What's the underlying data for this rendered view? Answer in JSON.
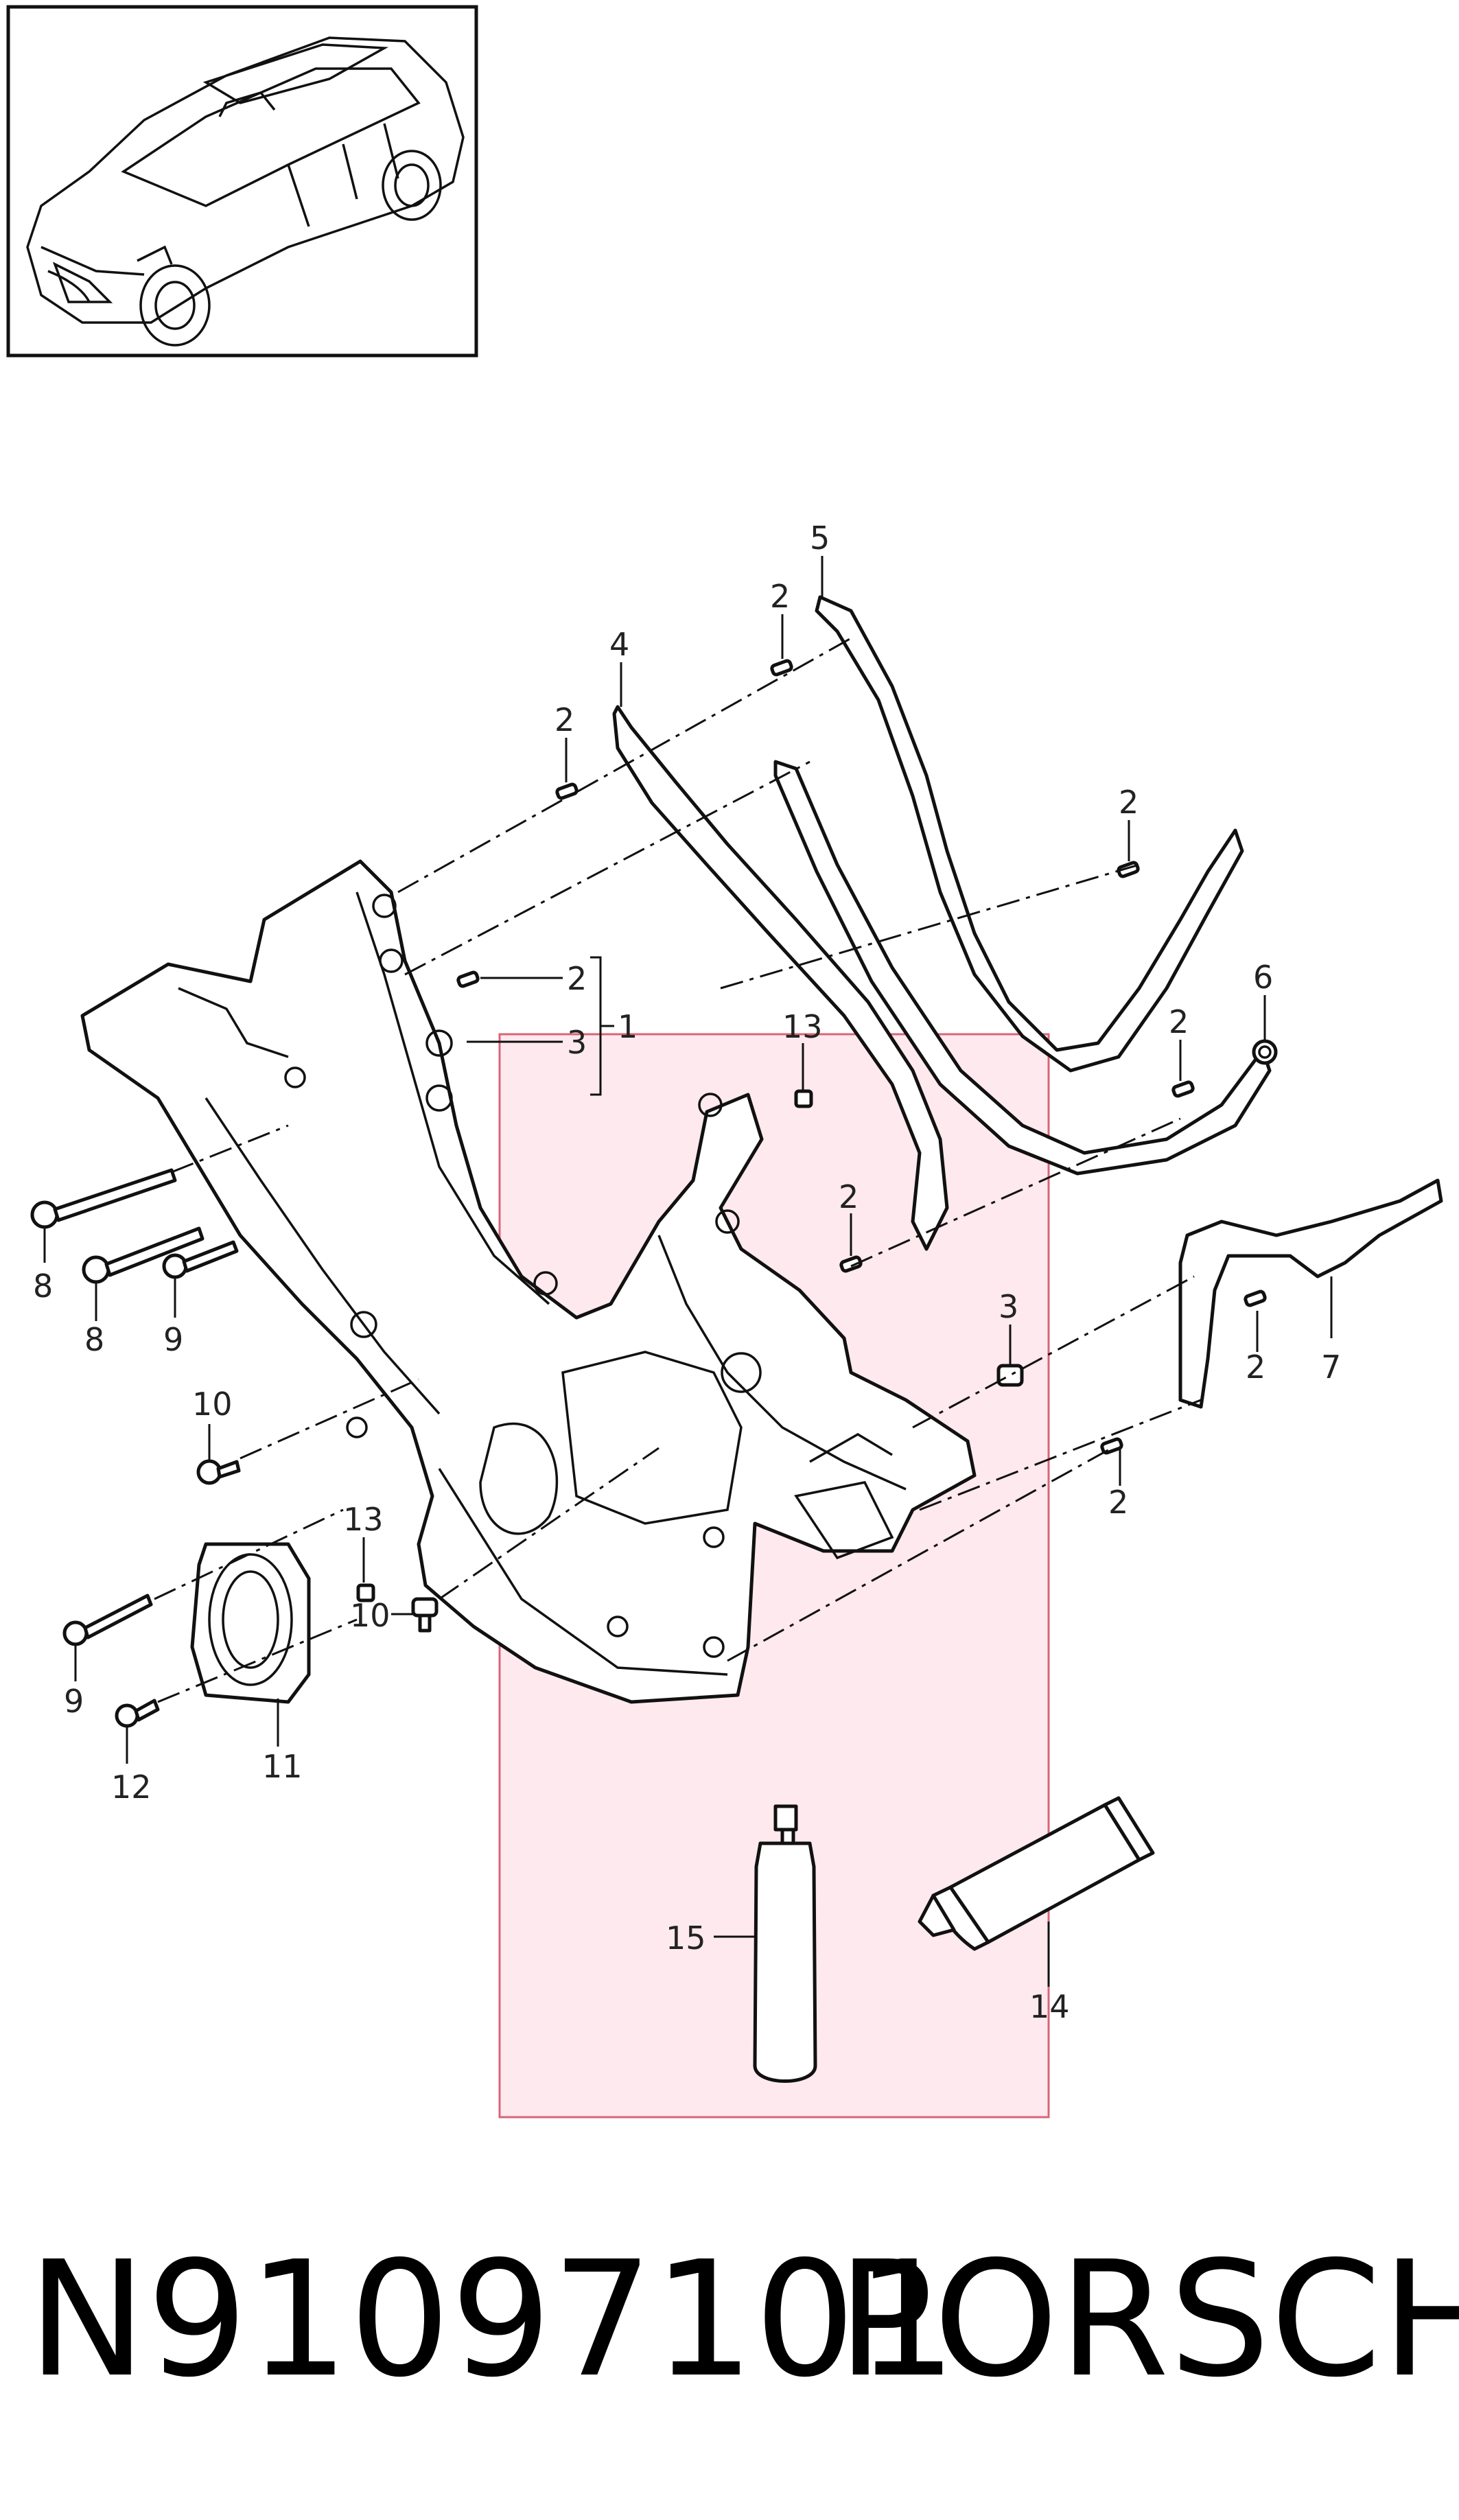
{
  "diagram": {
    "callouts": [
      "1",
      "2",
      "3",
      "4",
      "5",
      "6",
      "7",
      "8",
      "9",
      "10",
      "11",
      "12",
      "13",
      "14",
      "15"
    ],
    "part_number": "N91097101",
    "brand": "PORSCHE"
  },
  "colors": {
    "line": "#111111",
    "highlight_fill": "#fde2e8",
    "highlight_stroke": "#d9657a",
    "background": "#ffffff"
  },
  "icons": {
    "vehicle": "suv-vehicle-illustration",
    "spray": "spray-bottle-icon",
    "tube": "sealant-tube-icon"
  }
}
